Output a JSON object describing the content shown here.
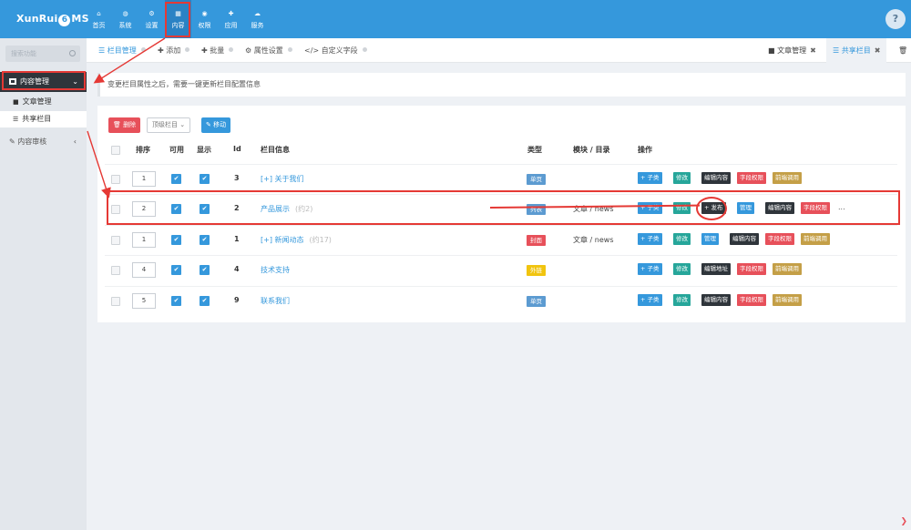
{
  "brand": {
    "logo_left": "XunRui",
    "logo_mid": "6",
    "logo_right": "MS"
  },
  "topnav": [
    {
      "label": "首页",
      "icon": "home-icon"
    },
    {
      "label": "系统",
      "icon": "globe-icon"
    },
    {
      "label": "设置",
      "icon": "gears-icon"
    },
    {
      "label": "内容",
      "icon": "grid-icon",
      "active": true
    },
    {
      "label": "权限",
      "icon": "user-icon"
    },
    {
      "label": "应用",
      "icon": "puzzle-icon"
    },
    {
      "label": "服务",
      "icon": "cloud-icon"
    }
  ],
  "help_label": "?",
  "sidebar": {
    "search_placeholder": "搜索功能",
    "section": "内容管理",
    "items": [
      {
        "label": "文章管理"
      },
      {
        "label": "共享栏目",
        "active": true
      }
    ],
    "sub_section": "内容审核"
  },
  "tabs": [
    {
      "label": "栏目管理"
    },
    {
      "label": "添加"
    },
    {
      "label": "批量"
    },
    {
      "label": "属性设置"
    },
    {
      "label": "自定义字段"
    }
  ],
  "right_tabs": [
    {
      "label": "文章管理"
    },
    {
      "label": "共享栏目",
      "active": true
    }
  ],
  "notice": "变更栏目属性之后，需要一键更新栏目配置信息",
  "toolbar": {
    "delete_label": "删除",
    "select_label": "顶级栏目",
    "move_label": "移动"
  },
  "table": {
    "headers": {
      "order": "排序",
      "enabled": "可用",
      "show": "显示",
      "id": "Id",
      "info": "栏目信息",
      "type": "类型",
      "module": "模块 / 目录",
      "ops": "操作"
    },
    "rows": [
      {
        "order": "1",
        "id": "3",
        "name": "[+] 关于我们",
        "cid": "",
        "type": "单页",
        "type_color": "blue",
        "module": "",
        "actions": [
          {
            "label": "+ 子类",
            "color": "blue"
          },
          {
            "label": "修改",
            "color": "green"
          },
          {
            "label": "编辑内容",
            "color": "dark"
          },
          {
            "label": "字段权限",
            "color": "red"
          },
          {
            "label": "前端调用",
            "color": "gold"
          }
        ]
      },
      {
        "order": "2",
        "id": "2",
        "name": "产品展示",
        "cid": "(约2)",
        "type": "列表",
        "type_color": "blue",
        "module": "文章 / news",
        "actions": [
          {
            "label": "+ 子类",
            "color": "blue"
          },
          {
            "label": "修改",
            "color": "green"
          },
          {
            "label": "+ 发布",
            "color": "dark"
          },
          {
            "label": "管理",
            "color": "blue"
          },
          {
            "label": "编辑内容",
            "color": "dark"
          },
          {
            "label": "字段权限",
            "color": "red"
          }
        ],
        "more": "..."
      },
      {
        "order": "1",
        "id": "1",
        "name": "[+] 新闻动态",
        "cid": "(约17)",
        "type": "封面",
        "type_color": "red",
        "module": "文章 / news",
        "actions": [
          {
            "label": "+ 子类",
            "color": "blue"
          },
          {
            "label": "修改",
            "color": "green"
          },
          {
            "label": "管理",
            "color": "blue"
          },
          {
            "label": "编辑内容",
            "color": "dark"
          },
          {
            "label": "字段权限",
            "color": "red"
          },
          {
            "label": "前端调用",
            "color": "gold"
          }
        ]
      },
      {
        "order": "4",
        "id": "4",
        "name": "技术支持",
        "cid": "",
        "type": "外链",
        "type_color": "yellow",
        "module": "",
        "actions": [
          {
            "label": "+ 子类",
            "color": "blue"
          },
          {
            "label": "修改",
            "color": "green"
          },
          {
            "label": "编辑地址",
            "color": "dark"
          },
          {
            "label": "字段权限",
            "color": "red"
          },
          {
            "label": "前端调用",
            "color": "gold"
          }
        ]
      },
      {
        "order": "5",
        "id": "9",
        "name": "联系我们",
        "cid": "",
        "type": "单页",
        "type_color": "blue",
        "module": "",
        "actions": [
          {
            "label": "+ 子类",
            "color": "blue"
          },
          {
            "label": "修改",
            "color": "green"
          },
          {
            "label": "编辑内容",
            "color": "dark"
          },
          {
            "label": "字段权限",
            "color": "red"
          },
          {
            "label": "前端调用",
            "color": "gold"
          }
        ]
      }
    ]
  },
  "colors": {
    "primary": "#3598dc",
    "sidebar_dark": "#2f353b",
    "annotation_red": "#e53935"
  }
}
